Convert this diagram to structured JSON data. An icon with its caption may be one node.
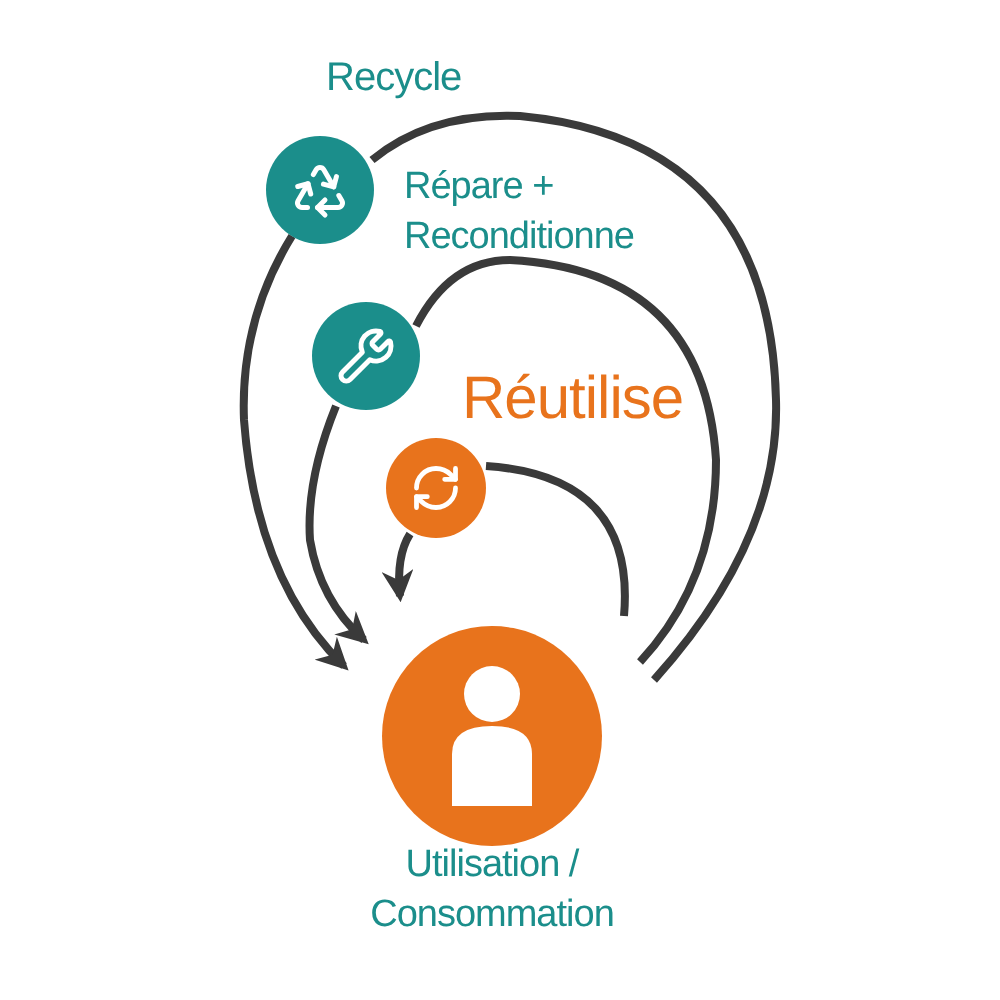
{
  "diagram": {
    "nodes": [
      {
        "text": [
          "Recycle"
        ]
      },
      {
        "text": [
          "Répare + Reconditionne"
        ]
      },
      {
        "text": [
          "Réutilise"
        ]
      },
      {
        "text": [
          "Utilisation / Consommation"
        ]
      }
    ],
    "edges": [
      {
        "from": 3,
        "to": 0,
        "arrow": "none"
      },
      {
        "from": 0,
        "to": 3,
        "arrow": "to"
      },
      {
        "from": 3,
        "to": 1,
        "arrow": "none"
      },
      {
        "from": 1,
        "to": 3,
        "arrow": "to"
      },
      {
        "from": 3,
        "to": 2,
        "arrow": "none"
      },
      {
        "from": 2,
        "to": 3,
        "arrow": "to"
      }
    ]
  }
}
